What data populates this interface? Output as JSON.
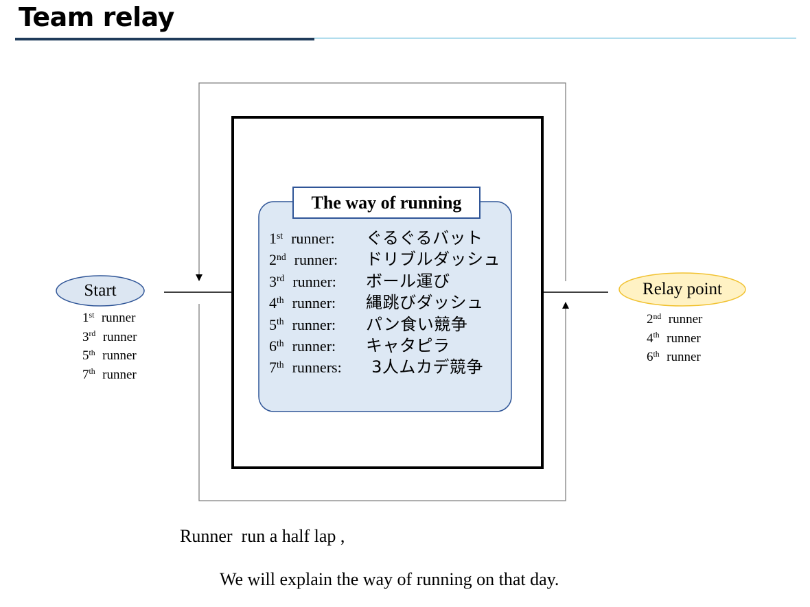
{
  "title": "Team relay",
  "colors": {
    "title_rule_dark": "#1f3b5a",
    "title_rule_light": "#2aa3cf",
    "start_fill": "#dce6f2",
    "start_stroke": "#2f5597",
    "relay_fill": "#fff2c4",
    "relay_stroke": "#f1c232",
    "panel_fill": "#dde8f4",
    "panel_stroke": "#2f5597",
    "track_line": "#7f7f7f"
  },
  "start": {
    "label": "Start",
    "runners": [
      {
        "num": "1",
        "suffix": "st",
        "label": "runner"
      },
      {
        "num": "3",
        "suffix": "rd",
        "label": "runner"
      },
      {
        "num": "5",
        "suffix": "th",
        "label": "runner"
      },
      {
        "num": "7",
        "suffix": "th",
        "label": "runner"
      }
    ]
  },
  "relay_point": {
    "label": "Relay point",
    "runners": [
      {
        "num": "2",
        "suffix": "nd",
        "label": "runner"
      },
      {
        "num": "4",
        "suffix": "th",
        "label": "runner"
      },
      {
        "num": "6",
        "suffix": "th",
        "label": "runner"
      }
    ]
  },
  "way_of_running": {
    "title": "The way of running",
    "items": [
      {
        "num": "1",
        "suffix": "st",
        "label": "runner:",
        "event": "ぐるぐるバット"
      },
      {
        "num": "2",
        "suffix": "nd",
        "label": "runner:",
        "event": "ドリブルダッシュ"
      },
      {
        "num": "3",
        "suffix": "rd",
        "label": "runner:",
        "event": "ボール運び"
      },
      {
        "num": "4",
        "suffix": "th",
        "label": "runner:",
        "event": "縄跳びダッシュ"
      },
      {
        "num": "5",
        "suffix": "th",
        "label": "runner:",
        "event": "パン食い競争"
      },
      {
        "num": "6",
        "suffix": "th",
        "label": "runner:",
        "event": "キャタピラ"
      },
      {
        "num": "7",
        "suffix": "th",
        "label": "runners:",
        "event": " 3人ムカデ競争"
      }
    ]
  },
  "notes": {
    "line1": "Runner  run a half lap ,",
    "line2": "We will explain the way of running on that day."
  }
}
